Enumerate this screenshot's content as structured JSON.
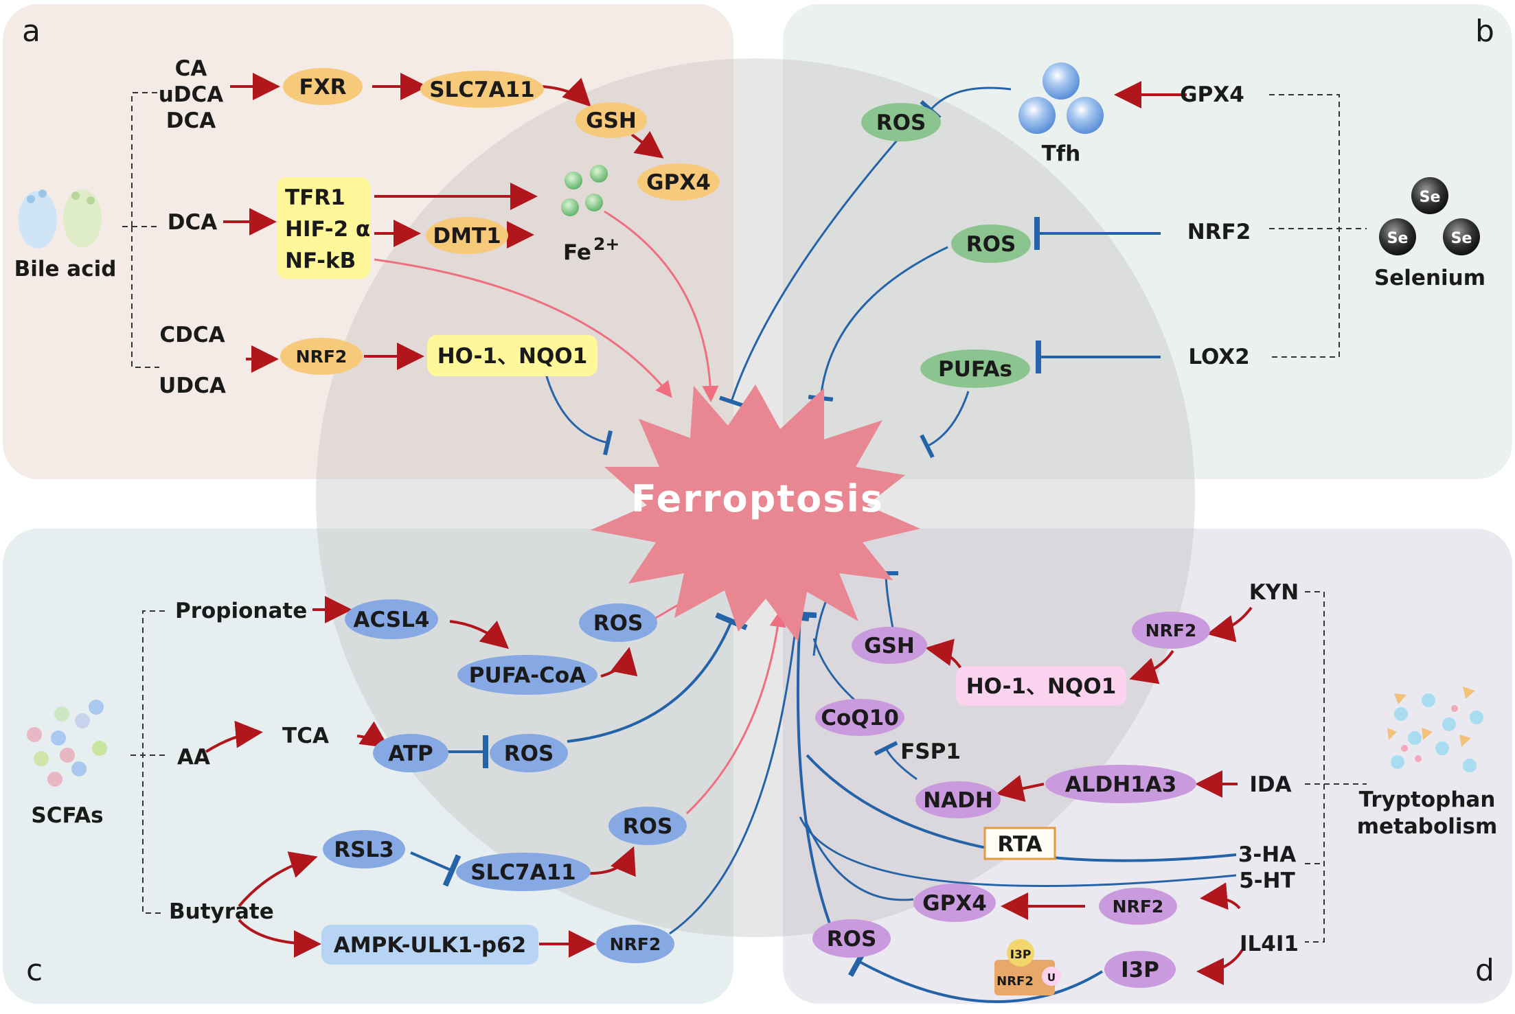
{
  "center": {
    "label": "Ferroptosis"
  },
  "panel_letters": {
    "a": "a",
    "b": "b",
    "c": "c",
    "d": "d"
  },
  "panel_a": {
    "source": "Bile acid",
    "ca": "CA",
    "udca_lower": "uDCA",
    "dca1": "DCA",
    "dca2": "DCA",
    "cdca": "CDCA",
    "udca": "UDCA",
    "fxr": "FXR",
    "slc7a11": "SLC7A11",
    "gsh": "GSH",
    "gpx4": "GPX4",
    "tfr1": "TFR1",
    "hif2a": "HIF-2 α",
    "nfkb": "NF-kB",
    "dmt1": "DMT1",
    "fe": "Fe",
    "fe_sup": "2+",
    "nrf2": "NRF2",
    "ho1": "HO-1、NQO1"
  },
  "panel_b": {
    "source": "Selenium",
    "se": "Se",
    "ros1": "ROS",
    "tfh": "Tfh",
    "gpx4": "GPX4",
    "ros2": "ROS",
    "nrf2": "NRF2",
    "pufas": "PUFAs",
    "lox2": "LOX2"
  },
  "panel_c": {
    "source": "SCFAs",
    "propionate": "Propionate",
    "acsl4": "ACSL4",
    "pufacoa": "PUFA-CoA",
    "ros1": "ROS",
    "aa": "AA",
    "tca": "TCA",
    "atp": "ATP",
    "ros2": "ROS",
    "butyrate": "Butyrate",
    "rsl3": "RSL3",
    "slc7a11": "SLC7A11",
    "ros3": "ROS",
    "ampk": "AMPK-ULK1-p62",
    "nrf2": "NRF2"
  },
  "panel_d": {
    "source_line1": "Tryptophan",
    "source_line2": "metabolism",
    "kyn": "KYN",
    "nrf2a": "NRF2",
    "ho1": "HO-1、NQO1",
    "gsh": "GSH",
    "coq10": "CoQ10",
    "fsp1": "FSP1",
    "nadh": "NADH",
    "aldh": "ALDH1A3",
    "ida": "IDA",
    "rta": "RTA",
    "ha3": "3-HA",
    "ht5": "5-HT",
    "gpx4": "GPX4",
    "nrf2b": "NRF2",
    "il4i1": "IL4I1",
    "ros": "ROS",
    "i3p": "I3P",
    "i3p_small": "I3P",
    "nrf2_small": "NRF2",
    "u": "U"
  },
  "colors": {
    "panel_a_bg": "#f4ebe6",
    "panel_b_bg": "#ebf1ee",
    "panel_c_bg": "#e6eef0",
    "panel_d_bg": "#ebe9f0",
    "center_circle": "#d6d4d4",
    "star": "#e88792",
    "orange_node": "#f7c97a",
    "yellow_box": "#fff89a",
    "green_node": "#8cc48f",
    "blue_node": "#86a8e3",
    "light_blue_box": "#b8d4f5",
    "purple_node": "#c99add",
    "pink_box": "#fbd3ef",
    "arrow_red": "#b0161c",
    "arrow_pink": "#ef6f80",
    "inhibit_blue": "#2563a8"
  }
}
